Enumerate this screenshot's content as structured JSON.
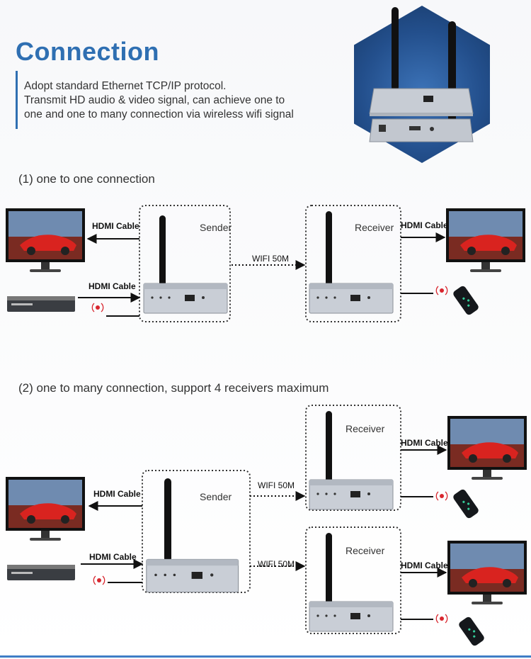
{
  "header": {
    "title": "Connection",
    "description_lines": [
      "Adopt standard Ethernet TCP/IP protocol.",
      "Transmit HD audio & video signal, can achieve one to",
      "one and one to many connection via wireless wifi signal"
    ]
  },
  "section1": {
    "heading": "(1)  one to one connection",
    "sender_label": "Sender",
    "receiver_label": "Receiver",
    "wifi_label": "WIFI 50M",
    "hdmi_out_label": "HDMI Cable",
    "hdmi_in_label": "HDMI Cable",
    "hdmi_rx_label": "HDMI Cable"
  },
  "section2": {
    "heading": "(2)  one to many connection, support 4 receivers maximum",
    "sender_label": "Sender",
    "receiver1_label": "Receiver",
    "receiver2_label": "Receiver",
    "wifi1_label": "WIFI 50M",
    "wifi2_label": "WIFI 50M",
    "hdmi_out_label": "HDMI Cable",
    "hdmi_in_label": "HDMI Cable",
    "hdmi_rx1_label": "HDMI Cable",
    "hdmi_rx2_label": "HDMI Cable"
  },
  "colors": {
    "title": "#2f6fb2",
    "hexagon": "#2a5a9a",
    "ir_red": "#d8262e",
    "device_body": "#c9ced6"
  }
}
